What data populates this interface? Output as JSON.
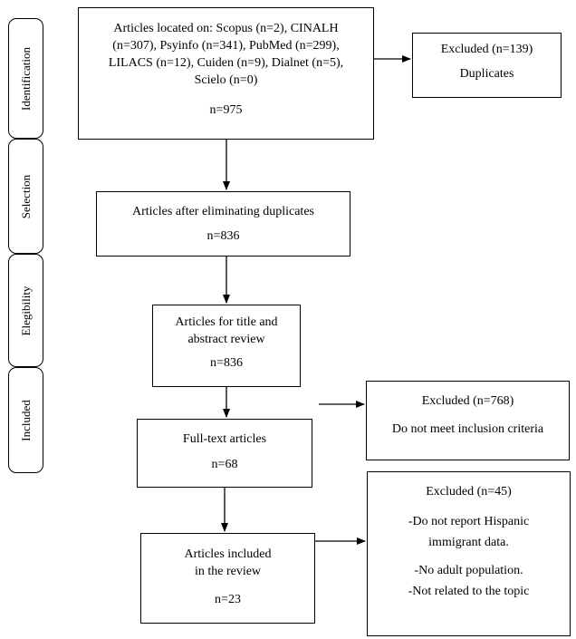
{
  "stages": [
    "Identification",
    "Selection",
    "Elegibility",
    "Included"
  ],
  "boxes": {
    "identified": {
      "lines": [
        "Articles located on: Scopus (n=2), CINALH",
        "(n=307), Psyinfo (n=341), PubMed (n=299),",
        "LILACS (n=12), Cuiden (n=9), Dialnet (n=5),",
        "Scielo (n=0)"
      ],
      "count": "n=975"
    },
    "excluded_duplicates": {
      "title": "Excluded (n=139)",
      "reason": "Duplicates"
    },
    "after_duplicates": {
      "lines": [
        "Articles after eliminating duplicates"
      ],
      "count": "n=836"
    },
    "title_abstract": {
      "lines": [
        "Articles for title and",
        "abstract review"
      ],
      "count": "n=836"
    },
    "excluded_criteria": {
      "title": "Excluded (n=768)",
      "reason": "Do not meet inclusion criteria"
    },
    "full_text": {
      "lines": [
        "Full-text articles"
      ],
      "count": "n=68"
    },
    "excluded_final": {
      "title": "Excluded (n=45)",
      "reasons": [
        "-Do not report Hispanic",
        "immigrant data.",
        "-No adult population.",
        "-Not related to the topic"
      ]
    },
    "included": {
      "lines": [
        "Articles included",
        "in the review"
      ],
      "count": "n=23"
    }
  }
}
